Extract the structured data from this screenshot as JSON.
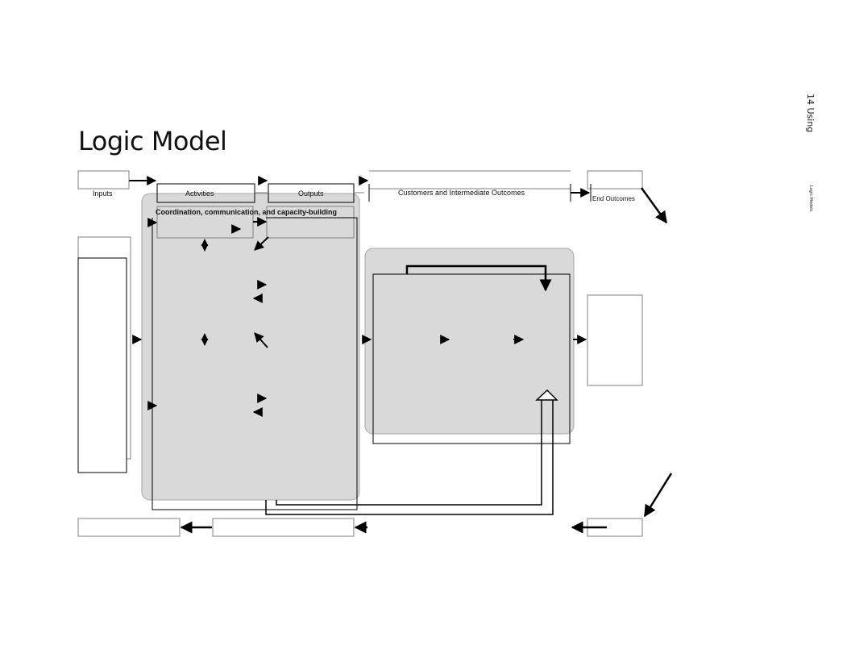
{
  "page": {
    "title": "Logic Model",
    "side_page_label": "14  Using",
    "side_section_label": "Logic Models"
  },
  "diagram": {
    "column_labels": {
      "inputs": "Inputs",
      "activities": "Activities",
      "outputs": "Outputs",
      "customers": "Customers and Intermediate Outcomes",
      "end_outcomes": "End Outcomes"
    },
    "band_label": "Coordination, communication, and capacity-building"
  },
  "colors": {
    "panel_fill": "#d9d9d9",
    "panel_stroke": "#a6a6a6",
    "line": "#000000",
    "box_stroke": "#808080"
  }
}
